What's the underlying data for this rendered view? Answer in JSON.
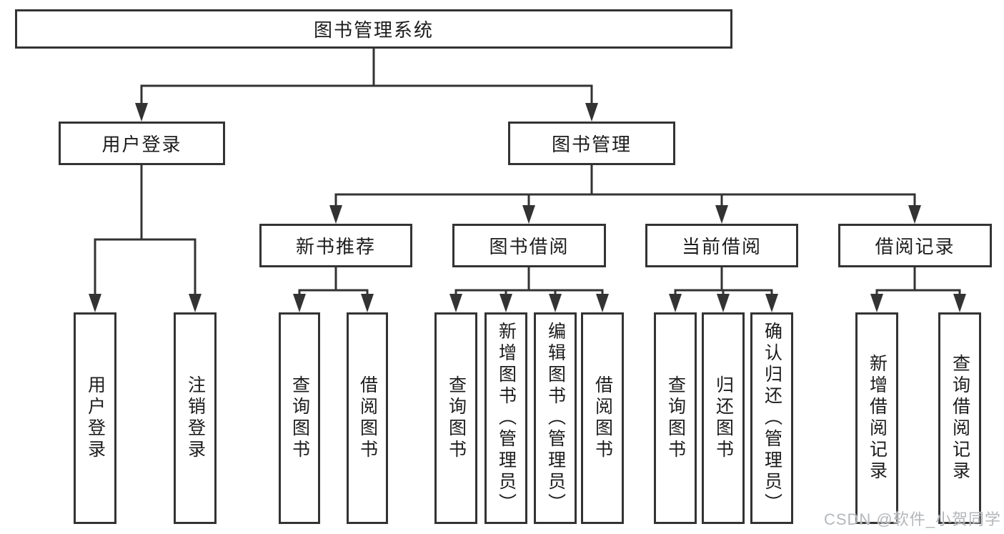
{
  "diagram": {
    "root": {
      "label": "图书管理系统"
    },
    "level2": [
      {
        "id": "user-login",
        "label": "用户登录"
      },
      {
        "id": "book-management",
        "label": "图书管理"
      }
    ],
    "level3": [
      {
        "id": "new-book-recommendation",
        "label": "新书推荐",
        "parent": "book-management"
      },
      {
        "id": "book-borrowing",
        "label": "图书借阅",
        "parent": "book-management"
      },
      {
        "id": "current-borrowing",
        "label": "当前借阅",
        "parent": "book-management"
      },
      {
        "id": "borrowing-records",
        "label": "借阅记录",
        "parent": "book-management"
      }
    ],
    "leaves": [
      {
        "label": "用户登录",
        "parent": "user-login"
      },
      {
        "label": "注销登录",
        "parent": "user-login"
      },
      {
        "label": "查询图书",
        "parent": "new-book-recommendation"
      },
      {
        "label": "借阅图书",
        "parent": "new-book-recommendation"
      },
      {
        "label": "查询图书",
        "parent": "book-borrowing"
      },
      {
        "label": "新增图书（管理员）",
        "parent": "book-borrowing"
      },
      {
        "label": "编辑图书（管理员）",
        "parent": "book-borrowing"
      },
      {
        "label": "借阅图书",
        "parent": "book-borrowing"
      },
      {
        "label": "查询图书",
        "parent": "current-borrowing"
      },
      {
        "label": "归还图书",
        "parent": "current-borrowing"
      },
      {
        "label": "确认归还（管理员）",
        "parent": "current-borrowing"
      },
      {
        "label": "新增借阅记录",
        "parent": "borrowing-records"
      },
      {
        "label": "查询借阅记录",
        "parent": "borrowing-records"
      }
    ]
  },
  "watermark": {
    "text": "CSDN @软件_小贺同学"
  },
  "colors": {
    "line": "#333333",
    "text": "#1c1c1c",
    "background": "#ffffff",
    "watermark": "#b3b7ba"
  }
}
